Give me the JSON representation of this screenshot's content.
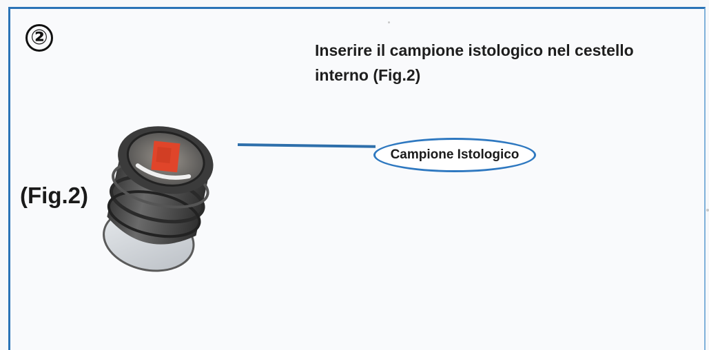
{
  "step": {
    "number": "②"
  },
  "instruction": {
    "line1": "Inserire il campione istologico nel cestello",
    "line2": "interno (Fig.2)"
  },
  "figure": {
    "label": "(Fig.2)"
  },
  "callout": {
    "text": "Campione Istologico"
  },
  "colors": {
    "border": "#2a73b6",
    "callout": "#2e78c0",
    "sample": "#e0452a"
  }
}
